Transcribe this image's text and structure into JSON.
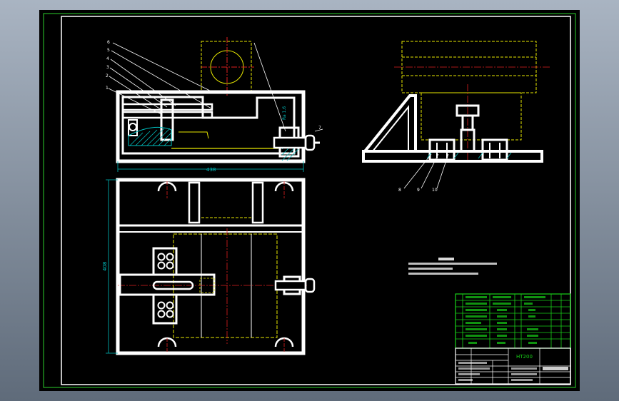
{
  "dimensions": {
    "front_width": "438",
    "plan_height": "408"
  },
  "balloons": [
    "6",
    "5",
    "4",
    "3",
    "2",
    "1",
    "7",
    "8",
    "9",
    "10"
  ],
  "title_block": {
    "material": "HT200"
  },
  "colors": {
    "background": "#000000",
    "outline": "#ffffff",
    "frame": "#2bd12b",
    "centerline": "#e02020",
    "hidden": "#e8e800",
    "hatch": "#00c0c0",
    "dimension": "#00c0c0",
    "table": "#18d018"
  }
}
